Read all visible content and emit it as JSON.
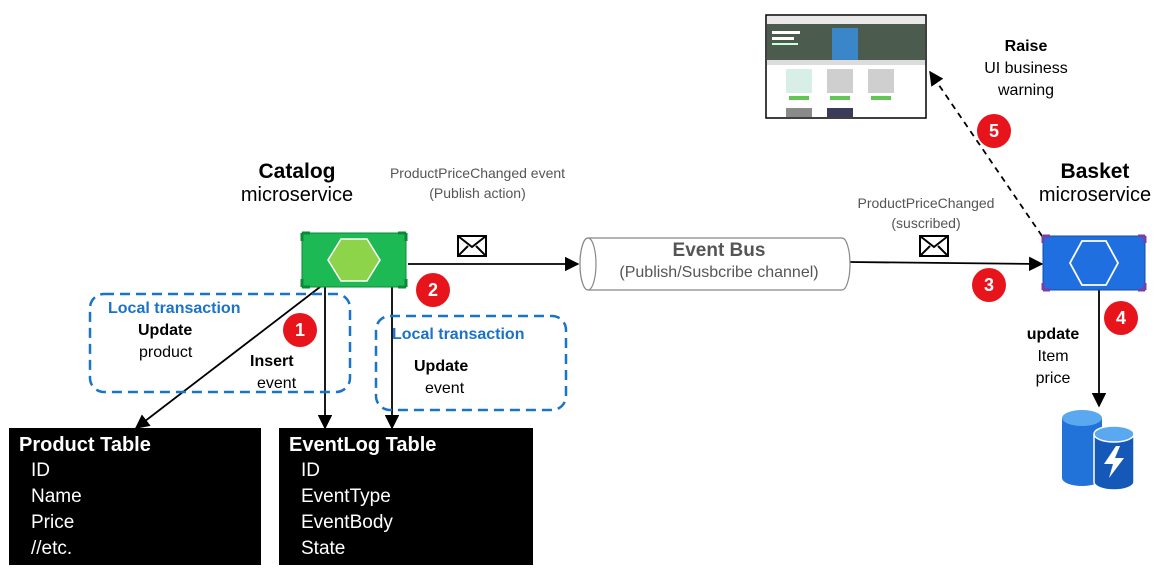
{
  "catalog": {
    "title": "Catalog",
    "subtitle": "microservice"
  },
  "basket": {
    "title": "Basket",
    "subtitle": "microservice"
  },
  "event_bus": {
    "title": "Event Bus",
    "subtitle": "(Publish/Susbcribe channel)"
  },
  "publish_label": {
    "line1": "ProductPriceChanged event",
    "line2": "(Publish action)"
  },
  "subscribe_label": {
    "line1": "ProductPriceChanged",
    "line2": "(suscribed)"
  },
  "local_tx_1": {
    "heading": "Local transaction",
    "action": "Update",
    "object": "product"
  },
  "insert_label": {
    "action": "Insert",
    "object": "event"
  },
  "local_tx_2": {
    "heading": "Local transaction",
    "action": "Update",
    "object": "event"
  },
  "update_label": {
    "action": "update",
    "line2": "Item",
    "line3": "price"
  },
  "raise_label": {
    "action": "Raise",
    "line2": "UI business",
    "line3": "warning"
  },
  "steps": [
    "1",
    "2",
    "3",
    "4",
    "5"
  ],
  "product_table": {
    "title": "Product Table",
    "fields": [
      "ID",
      "Name",
      "Price",
      "//etc."
    ]
  },
  "eventlog_table": {
    "title": "EventLog Table",
    "fields": [
      "ID",
      "EventType",
      "EventBody",
      "State"
    ]
  },
  "colors": {
    "catalog_green": "#1db954",
    "basket_blue": "#1f6fe0",
    "badge_red": "#e8141b",
    "local_tx_blue": "#1a73c7"
  },
  "icons": {
    "envelope": "envelope-icon",
    "database": "database-icon",
    "hexagon": "hexagon-icon"
  }
}
